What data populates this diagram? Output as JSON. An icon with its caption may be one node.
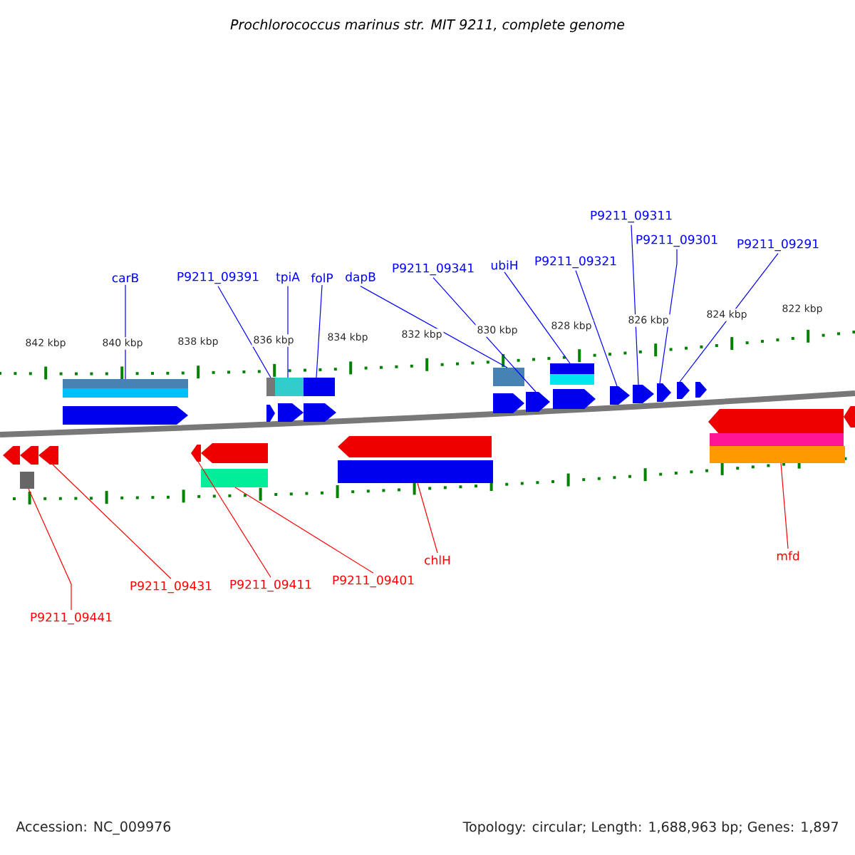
{
  "diagram": {
    "title": "Prochlorococcus marinus str. MIT 9211, complete genome",
    "nodes": [
      {
        "text": [
          "carB"
        ]
      },
      {
        "text": [
          "P9211_09391"
        ]
      },
      {
        "text": [
          "tpiA"
        ]
      },
      {
        "text": [
          "folP"
        ]
      },
      {
        "text": [
          "dapB"
        ]
      },
      {
        "text": [
          "P9211_09341"
        ]
      },
      {
        "text": [
          "ubiH"
        ]
      },
      {
        "text": [
          "P9211_09321"
        ]
      },
      {
        "text": [
          "P9211_09311"
        ]
      },
      {
        "text": [
          "P9211_09301"
        ]
      },
      {
        "text": [
          "P9211_09291"
        ]
      },
      {
        "text": [
          "P9211_09441"
        ]
      },
      {
        "text": [
          "P9211_09431"
        ]
      },
      {
        "text": [
          "P9211_09411"
        ]
      },
      {
        "text": [
          "P9211_09401"
        ]
      },
      {
        "text": [
          "chlH"
        ]
      },
      {
        "text": [
          "mfd"
        ]
      },
      {
        "text": [],
        "shape": "bar"
      },
      {
        "text": [],
        "shape": "bar"
      },
      {
        "text": [],
        "shape": "bar"
      },
      {
        "text": [],
        "shape": "bar"
      },
      {
        "text": [],
        "shape": "bar"
      },
      {
        "text": [],
        "shape": "bar"
      },
      {
        "text": [],
        "shape": "arrow"
      },
      {
        "text": [],
        "shape": "arrow"
      },
      {
        "text": [],
        "shape": "arrow"
      },
      {
        "text": [],
        "shape": "arrow"
      },
      {
        "text": [],
        "shape": "arrow"
      },
      {
        "text": [],
        "shape": "arrow"
      },
      {
        "text": [],
        "shape": "arrow"
      },
      {
        "text": [],
        "shape": "arrow"
      },
      {
        "text": [],
        "shape": "arrow"
      },
      {
        "text": [],
        "shape": "arrow"
      },
      {
        "text": [],
        "shape": "arrow"
      },
      {
        "text": [],
        "shape": "arrow"
      },
      {
        "text": [],
        "shape": "arrow"
      },
      {
        "text": [],
        "shape": "arrow"
      },
      {
        "text": [],
        "shape": "arrow"
      },
      {
        "text": [],
        "shape": "arrow"
      },
      {
        "text": [],
        "shape": "arrow"
      },
      {
        "text": [],
        "shape": "arrow"
      },
      {
        "text": [],
        "shape": "arrow"
      },
      {
        "text": [],
        "shape": "arrow"
      },
      {
        "text": [],
        "shape": "bar"
      },
      {
        "text": [],
        "shape": "bar"
      },
      {
        "text": [],
        "shape": "bar"
      },
      {
        "text": [],
        "shape": "bar"
      },
      {
        "text": [],
        "shape": "bar"
      }
    ],
    "edges": [
      {
        "from": 0,
        "to": 17,
        "arrow": "none"
      },
      {
        "from": 1,
        "to": 18,
        "arrow": "none"
      },
      {
        "from": 2,
        "to": 19,
        "arrow": "none"
      },
      {
        "from": 3,
        "to": 20,
        "arrow": "none"
      },
      {
        "from": 4,
        "to": 21,
        "arrow": "none"
      },
      {
        "from": 5,
        "to": 28,
        "arrow": "none"
      },
      {
        "from": 6,
        "to": 22,
        "arrow": "none"
      },
      {
        "from": 7,
        "to": 30,
        "arrow": "none"
      },
      {
        "from": 8,
        "to": 31,
        "arrow": "none"
      },
      {
        "from": 9,
        "to": 32,
        "arrow": "none"
      },
      {
        "from": 10,
        "to": 33,
        "arrow": "none"
      },
      {
        "from": 11,
        "to": 43,
        "arrow": "none",
        "color": "#ff0000"
      },
      {
        "from": 12,
        "to": 37,
        "arrow": "none",
        "color": "#ff0000"
      },
      {
        "from": 13,
        "to": 38,
        "arrow": "none",
        "color": "#ff0000"
      },
      {
        "from": 14,
        "to": 44,
        "arrow": "none",
        "color": "#ff0000"
      },
      {
        "from": 15,
        "to": 45,
        "arrow": "none",
        "color": "#ff0000"
      },
      {
        "from": 16,
        "to": 47,
        "arrow": "none",
        "color": "#ff0000"
      }
    ],
    "labels": [
      "842 kbp",
      "840 kbp",
      "838 kbp",
      "836 kbp",
      "834 kbp",
      "832 kbp",
      "830 kbp",
      "828 kbp",
      "826 kbp",
      "824 kbp",
      "822 kbp",
      "Accession: NC_009976",
      "Topology: circular; Length: 1,688,963 bp; Genes: 1,897"
    ]
  }
}
